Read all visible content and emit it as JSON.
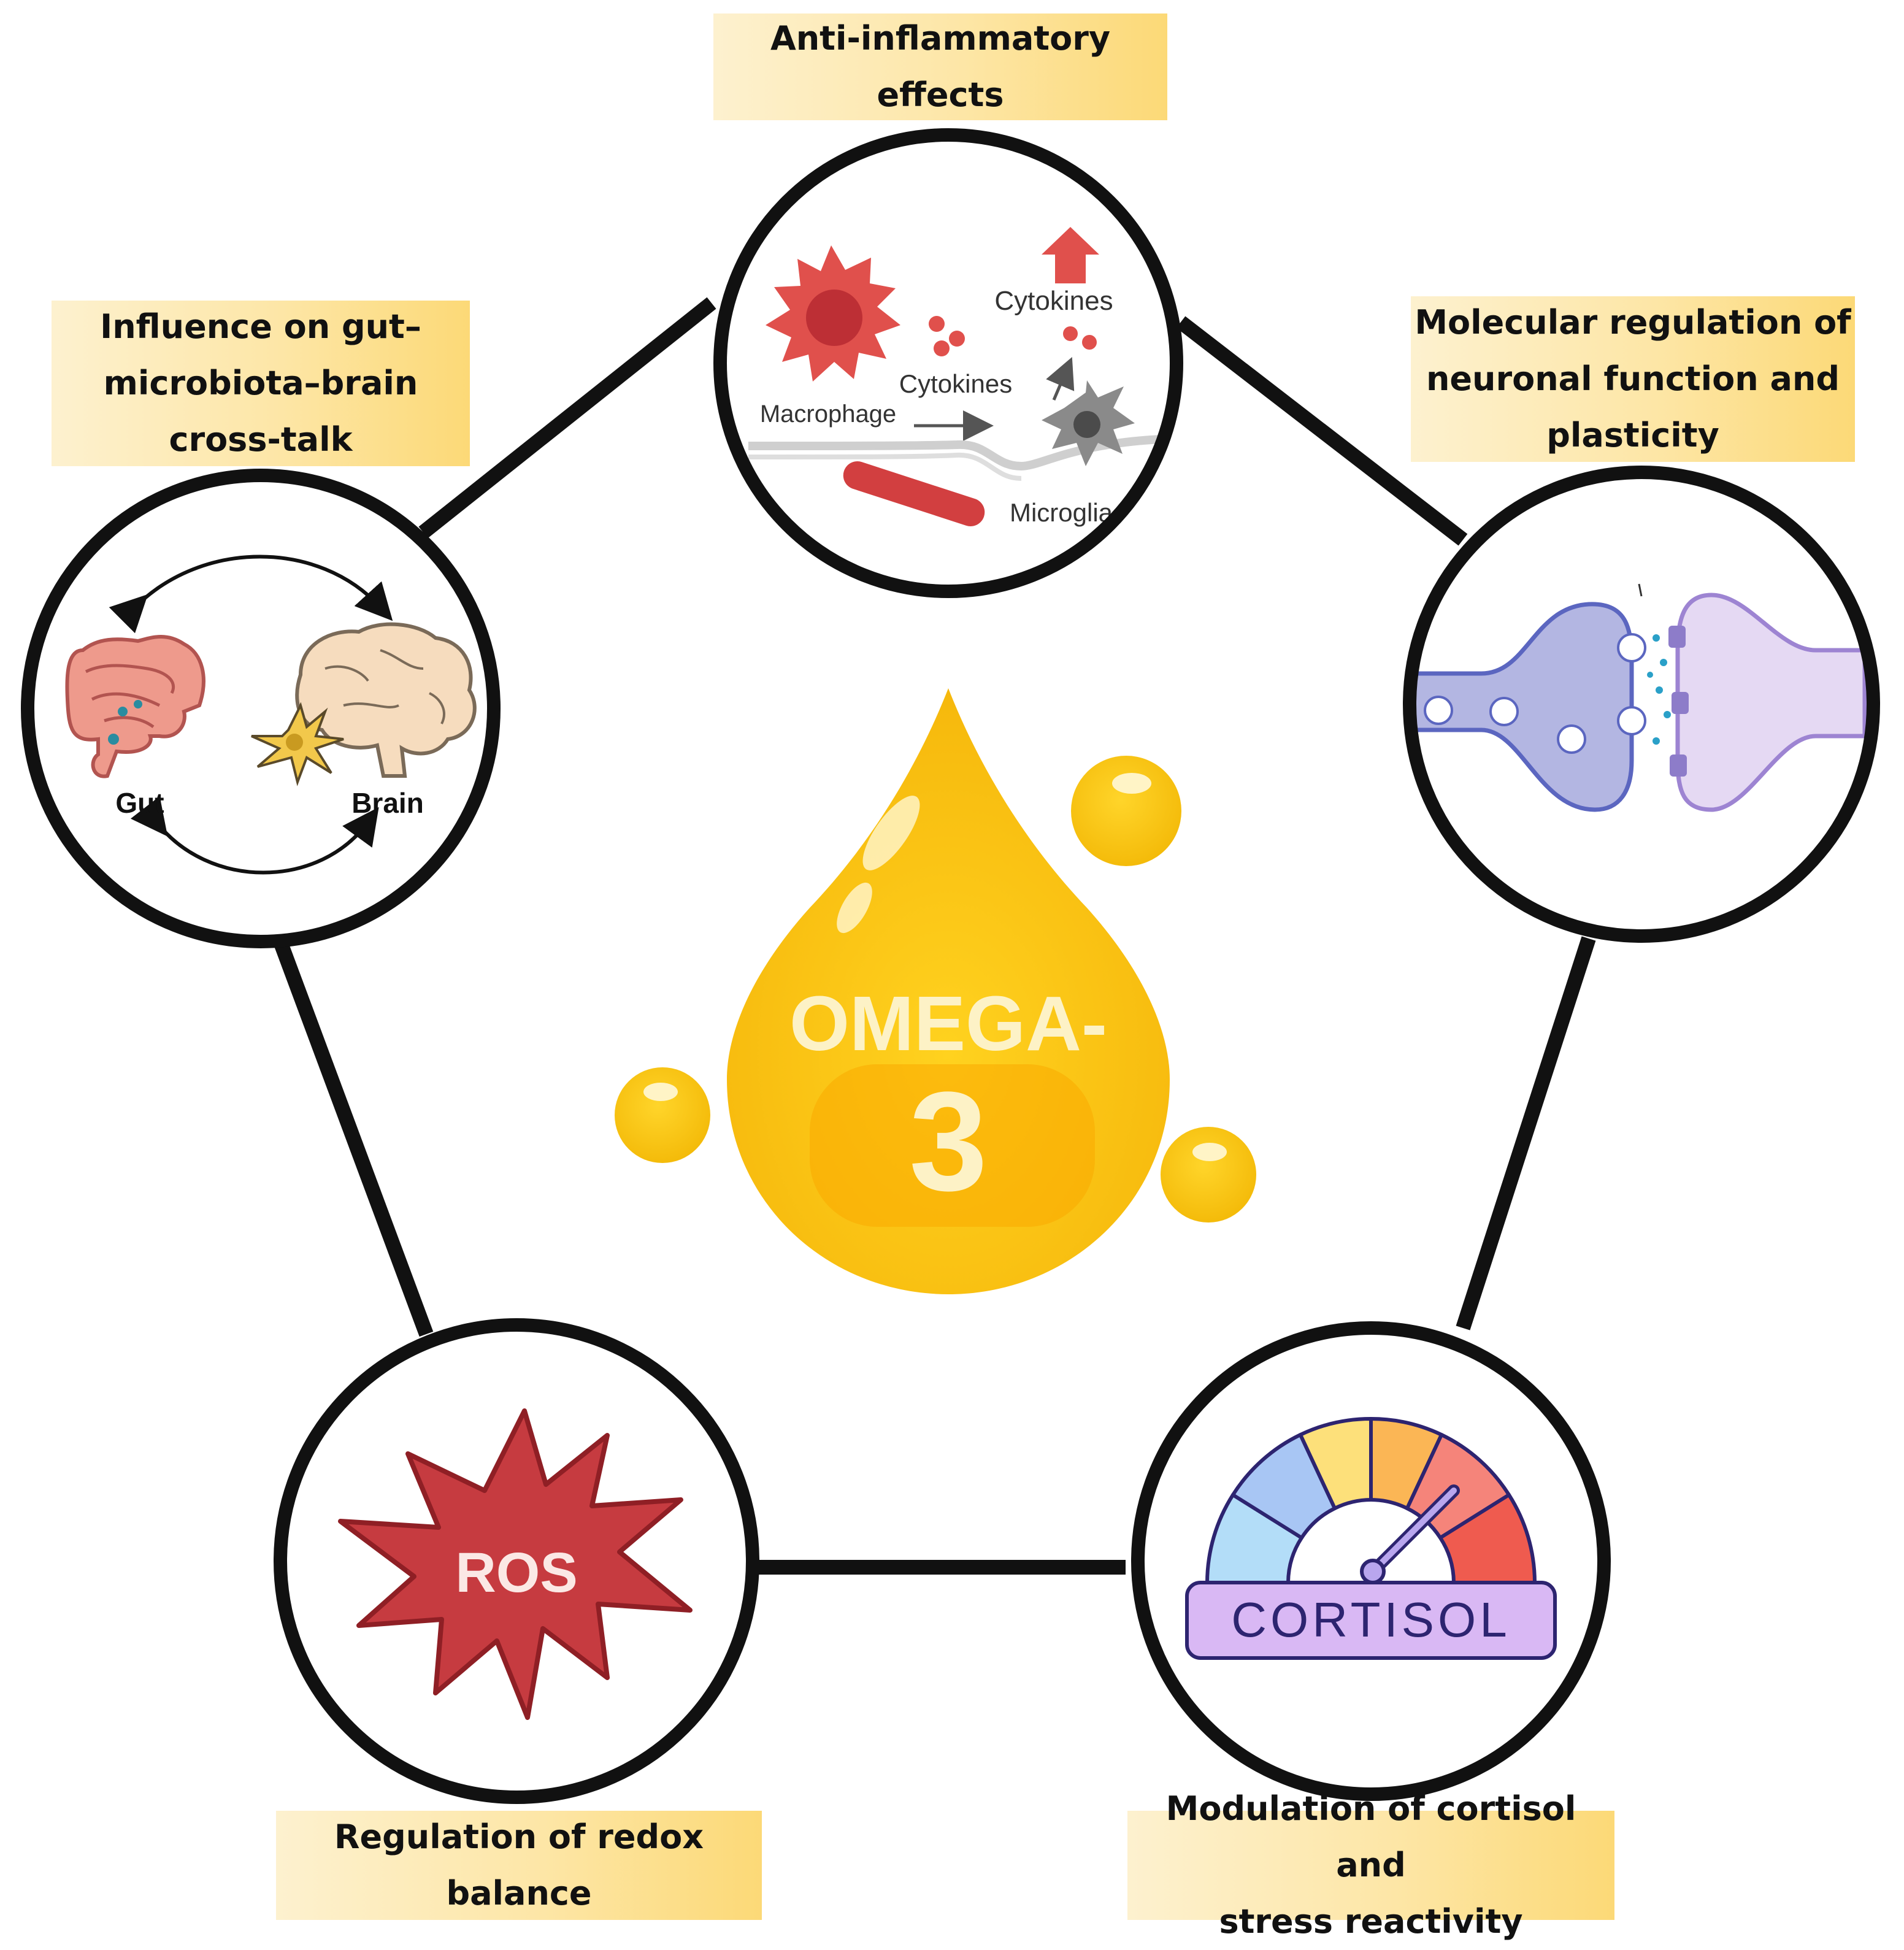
{
  "center": {
    "title": "OMEGA-",
    "number": "3"
  },
  "labels": {
    "top": "Anti-inflammatory\neffects",
    "right": "Molecular regulation of\nneuronal function and\nplasticity",
    "bottom_right": "Modulation of cortisol and\nstress reactivity",
    "bottom_left": "Regulation of redox\nbalance",
    "left": "Influence on gut–\nmicrobiota–brain\ncross-talk"
  },
  "panels": {
    "inflammation": {
      "cytokines_top": "Cytokines",
      "cytokines_mid": "Cytokines",
      "macrophage": "Macrophage",
      "microglia": "Microglia"
    },
    "gut_brain": {
      "gut": "Gut",
      "brain": "Brain"
    },
    "ros": {
      "text": "ROS"
    },
    "cortisol": {
      "text": "CORTISOL"
    }
  },
  "colors": {
    "drop": "#fcc419",
    "accent_red": "#e0504c",
    "label_bg": "#fde6a6",
    "ros_red": "#c63b40",
    "cortisol_purple": "#d9b8f4"
  }
}
